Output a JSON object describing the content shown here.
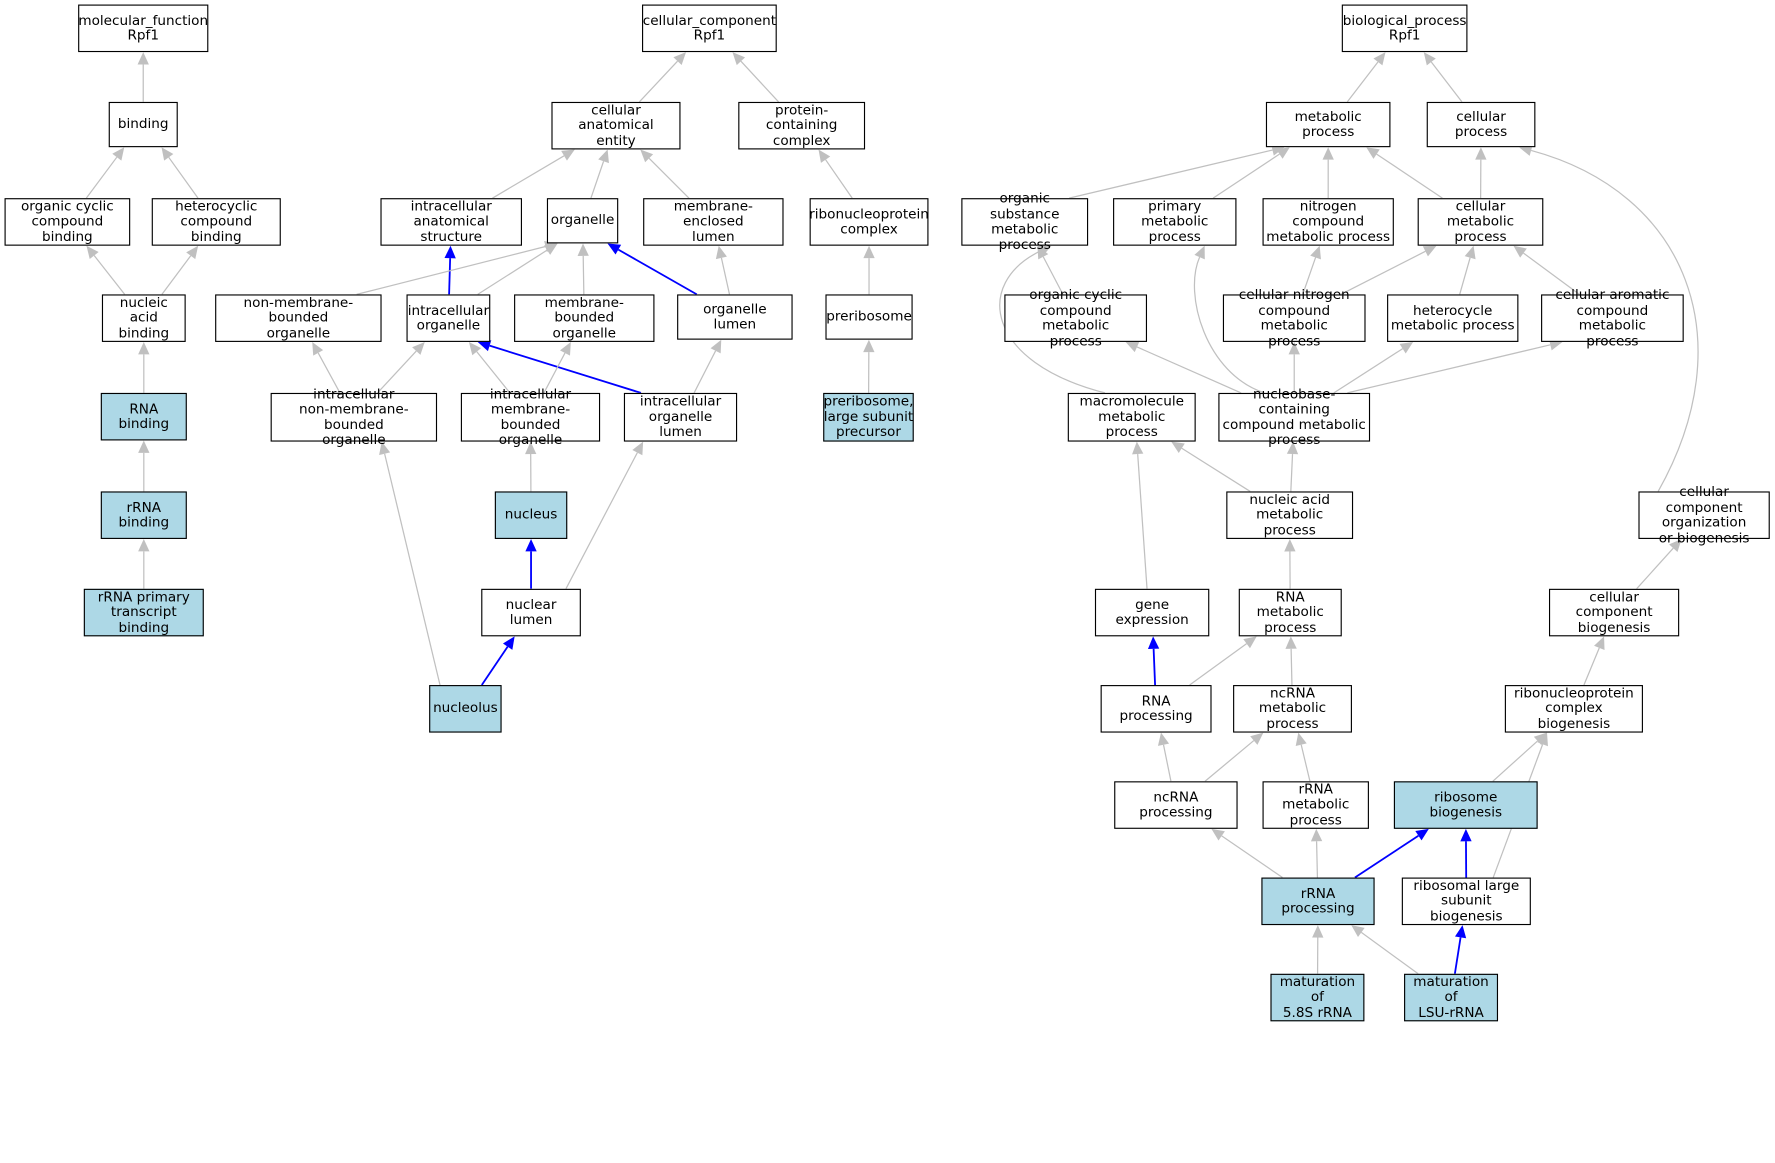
{
  "colors": {
    "highlight": "#add8e6",
    "edge_default": "#c0c0c0",
    "edge_highlight": "#0000ff",
    "border": "#000000"
  },
  "nodes": {
    "mf_root": {
      "label": "molecular_function\nRpf1",
      "highlighted": false
    },
    "binding": {
      "label": "binding",
      "highlighted": false
    },
    "org_cyclic_binding": {
      "label": "organic cyclic\ncompound binding",
      "highlighted": false
    },
    "heterocyclic_binding": {
      "label": "heterocyclic\ncompound binding",
      "highlighted": false
    },
    "nucleic_acid_binding": {
      "label": "nucleic acid\nbinding",
      "highlighted": false
    },
    "rna_binding": {
      "label": "RNA binding",
      "highlighted": true
    },
    "rrna_binding": {
      "label": "rRNA binding",
      "highlighted": true
    },
    "rrna_primary_binding": {
      "label": "rRNA primary\ntranscript binding",
      "highlighted": true
    },
    "cc_root": {
      "label": "cellular_component\nRpf1",
      "highlighted": false
    },
    "cell_anat_entity": {
      "label": "cellular anatomical\nentity",
      "highlighted": false
    },
    "protein_complex": {
      "label": "protein-containing\ncomplex",
      "highlighted": false
    },
    "intracell_anat_struct": {
      "label": "intracellular\nanatomical structure",
      "highlighted": false
    },
    "organelle": {
      "label": "organelle",
      "highlighted": false
    },
    "membrane_enclosed_lumen": {
      "label": "membrane-enclosed\nlumen",
      "highlighted": false
    },
    "rnp_complex": {
      "label": "ribonucleoprotein\ncomplex",
      "highlighted": false
    },
    "non_membrane_organelle": {
      "label": "non-membrane-bounded\norganelle",
      "highlighted": false
    },
    "intracell_organelle": {
      "label": "intracellular\norganelle",
      "highlighted": false
    },
    "membrane_organelle": {
      "label": "membrane-bounded\norganelle",
      "highlighted": false
    },
    "organelle_lumen": {
      "label": "organelle lumen",
      "highlighted": false
    },
    "preribosome": {
      "label": "preribosome",
      "highlighted": false
    },
    "intracell_non_membrane": {
      "label": "intracellular\nnon-membrane-bounded\norganelle",
      "highlighted": false
    },
    "intracell_membrane": {
      "label": "intracellular\nmembrane-bounded\norganelle",
      "highlighted": false
    },
    "intracell_organelle_lumen": {
      "label": "intracellular\norganelle lumen",
      "highlighted": false
    },
    "preribosome_lsu": {
      "label": "preribosome,\nlarge subunit\nprecursor",
      "highlighted": true
    },
    "nucleus": {
      "label": "nucleus",
      "highlighted": true
    },
    "nuclear_lumen": {
      "label": "nuclear lumen",
      "highlighted": false
    },
    "nucleolus": {
      "label": "nucleolus",
      "highlighted": true
    },
    "bp_root": {
      "label": "biological_process\nRpf1",
      "highlighted": false
    },
    "metabolic_process": {
      "label": "metabolic process",
      "highlighted": false
    },
    "cellular_process": {
      "label": "cellular process",
      "highlighted": false
    },
    "org_substance_mp": {
      "label": "organic substance\nmetabolic process",
      "highlighted": false
    },
    "primary_mp": {
      "label": "primary metabolic\nprocess",
      "highlighted": false
    },
    "nitrogen_compound_mp": {
      "label": "nitrogen compound\nmetabolic process",
      "highlighted": false
    },
    "cellular_mp": {
      "label": "cellular metabolic\nprocess",
      "highlighted": false
    },
    "org_cyclic_mp": {
      "label": "organic cyclic\ncompound metabolic\nprocess",
      "highlighted": false
    },
    "cell_nitrogen_mp": {
      "label": "cellular nitrogen\ncompound metabolic\nprocess",
      "highlighted": false
    },
    "heterocycle_mp": {
      "label": "heterocycle\nmetabolic process",
      "highlighted": false
    },
    "cell_aromatic_mp": {
      "label": "cellular aromatic\ncompound metabolic\nprocess",
      "highlighted": false
    },
    "macromolecule_mp": {
      "label": "macromolecule\nmetabolic process",
      "highlighted": false
    },
    "nucleobase_mp": {
      "label": "nucleobase-containing\ncompound metabolic\nprocess",
      "highlighted": false
    },
    "nucleic_acid_mp": {
      "label": "nucleic acid\nmetabolic process",
      "highlighted": false
    },
    "cc_org_biogenesis": {
      "label": "cellular component\norganization\nor biogenesis",
      "highlighted": false
    },
    "gene_expression": {
      "label": "gene expression",
      "highlighted": false
    },
    "rna_mp": {
      "label": "RNA metabolic\nprocess",
      "highlighted": false
    },
    "cc_biogenesis": {
      "label": "cellular component\nbiogenesis",
      "highlighted": false
    },
    "rna_processing": {
      "label": "RNA processing",
      "highlighted": false
    },
    "ncrna_mp": {
      "label": "ncRNA metabolic\nprocess",
      "highlighted": false
    },
    "rnp_biogenesis": {
      "label": "ribonucleoprotein\ncomplex biogenesis",
      "highlighted": false
    },
    "ncrna_processing": {
      "label": "ncRNA processing",
      "highlighted": false
    },
    "rrna_mp": {
      "label": "rRNA metabolic\nprocess",
      "highlighted": false
    },
    "ribosome_biogenesis": {
      "label": "ribosome biogenesis",
      "highlighted": true
    },
    "rrna_processing": {
      "label": "rRNA processing",
      "highlighted": true
    },
    "lsu_biogenesis": {
      "label": "ribosomal large\nsubunit biogenesis",
      "highlighted": false
    },
    "maturation_58s": {
      "label": "maturation of\n5.8S rRNA",
      "highlighted": true
    },
    "maturation_lsu": {
      "label": "maturation of\nLSU-rRNA",
      "highlighted": true
    }
  },
  "edges": [
    {
      "from": "binding",
      "to": "mf_root",
      "highlight": false
    },
    {
      "from": "org_cyclic_binding",
      "to": "binding",
      "highlight": false
    },
    {
      "from": "heterocyclic_binding",
      "to": "binding",
      "highlight": false
    },
    {
      "from": "nucleic_acid_binding",
      "to": "org_cyclic_binding",
      "highlight": false
    },
    {
      "from": "nucleic_acid_binding",
      "to": "heterocyclic_binding",
      "highlight": false
    },
    {
      "from": "rna_binding",
      "to": "nucleic_acid_binding",
      "highlight": false
    },
    {
      "from": "rrna_binding",
      "to": "rna_binding",
      "highlight": false
    },
    {
      "from": "rrna_primary_binding",
      "to": "rrna_binding",
      "highlight": false
    },
    {
      "from": "cell_anat_entity",
      "to": "cc_root",
      "highlight": false
    },
    {
      "from": "protein_complex",
      "to": "cc_root",
      "highlight": false
    },
    {
      "from": "intracell_anat_struct",
      "to": "cell_anat_entity",
      "highlight": false
    },
    {
      "from": "organelle",
      "to": "cell_anat_entity",
      "highlight": false
    },
    {
      "from": "membrane_enclosed_lumen",
      "to": "cell_anat_entity",
      "highlight": false
    },
    {
      "from": "rnp_complex",
      "to": "protein_complex",
      "highlight": false
    },
    {
      "from": "non_membrane_organelle",
      "to": "organelle",
      "highlight": false
    },
    {
      "from": "intracell_organelle",
      "to": "organelle",
      "highlight": false
    },
    {
      "from": "intracell_organelle",
      "to": "intracell_anat_struct",
      "highlight": true
    },
    {
      "from": "membrane_organelle",
      "to": "organelle",
      "highlight": false
    },
    {
      "from": "organelle_lumen",
      "to": "organelle",
      "highlight": true
    },
    {
      "from": "organelle_lumen",
      "to": "membrane_enclosed_lumen",
      "highlight": false
    },
    {
      "from": "preribosome",
      "to": "rnp_complex",
      "highlight": false
    },
    {
      "from": "intracell_non_membrane",
      "to": "non_membrane_organelle",
      "highlight": false
    },
    {
      "from": "intracell_non_membrane",
      "to": "intracell_organelle",
      "highlight": false
    },
    {
      "from": "intracell_membrane",
      "to": "intracell_organelle",
      "highlight": false
    },
    {
      "from": "intracell_membrane",
      "to": "membrane_organelle",
      "highlight": false
    },
    {
      "from": "intracell_organelle_lumen",
      "to": "intracell_organelle",
      "highlight": true
    },
    {
      "from": "intracell_organelle_lumen",
      "to": "organelle_lumen",
      "highlight": false
    },
    {
      "from": "preribosome_lsu",
      "to": "preribosome",
      "highlight": false
    },
    {
      "from": "nucleus",
      "to": "intracell_membrane",
      "highlight": false
    },
    {
      "from": "nuclear_lumen",
      "to": "nucleus",
      "highlight": true
    },
    {
      "from": "nuclear_lumen",
      "to": "intracell_organelle_lumen",
      "highlight": false
    },
    {
      "from": "nucleolus",
      "to": "nuclear_lumen",
      "highlight": true
    },
    {
      "from": "nucleolus",
      "to": "intracell_non_membrane",
      "highlight": false
    },
    {
      "from": "metabolic_process",
      "to": "bp_root",
      "highlight": false
    },
    {
      "from": "cellular_process",
      "to": "bp_root",
      "highlight": false
    },
    {
      "from": "org_substance_mp",
      "to": "metabolic_process",
      "highlight": false
    },
    {
      "from": "primary_mp",
      "to": "metabolic_process",
      "highlight": false
    },
    {
      "from": "nitrogen_compound_mp",
      "to": "metabolic_process",
      "highlight": false
    },
    {
      "from": "cellular_mp",
      "to": "metabolic_process",
      "highlight": false
    },
    {
      "from": "cellular_mp",
      "to": "cellular_process",
      "highlight": false
    },
    {
      "from": "org_cyclic_mp",
      "to": "org_substance_mp",
      "highlight": false
    },
    {
      "from": "cell_nitrogen_mp",
      "to": "nitrogen_compound_mp",
      "highlight": false
    },
    {
      "from": "cell_nitrogen_mp",
      "to": "cellular_mp",
      "highlight": false
    },
    {
      "from": "heterocycle_mp",
      "to": "cellular_mp",
      "highlight": false
    },
    {
      "from": "cell_aromatic_mp",
      "to": "cellular_mp",
      "highlight": false
    },
    {
      "from": "macromolecule_mp",
      "to": "org_substance_mp",
      "highlight": false
    },
    {
      "from": "nucleobase_mp",
      "to": "primary_mp",
      "highlight": false
    },
    {
      "from": "nucleobase_mp",
      "to": "org_cyclic_mp",
      "highlight": false
    },
    {
      "from": "nucleobase_mp",
      "to": "cell_nitrogen_mp",
      "highlight": false
    },
    {
      "from": "nucleobase_mp",
      "to": "heterocycle_mp",
      "highlight": false
    },
    {
      "from": "nucleobase_mp",
      "to": "cell_aromatic_mp",
      "highlight": false
    },
    {
      "from": "nucleic_acid_mp",
      "to": "macromolecule_mp",
      "highlight": false
    },
    {
      "from": "nucleic_acid_mp",
      "to": "nucleobase_mp",
      "highlight": false
    },
    {
      "from": "cc_org_biogenesis",
      "to": "cellular_process",
      "highlight": false
    },
    {
      "from": "gene_expression",
      "to": "macromolecule_mp",
      "highlight": false
    },
    {
      "from": "rna_mp",
      "to": "nucleic_acid_mp",
      "highlight": false
    },
    {
      "from": "cc_biogenesis",
      "to": "cc_org_biogenesis",
      "highlight": false
    },
    {
      "from": "rna_processing",
      "to": "gene_expression",
      "highlight": true
    },
    {
      "from": "rna_processing",
      "to": "rna_mp",
      "highlight": false
    },
    {
      "from": "ncrna_mp",
      "to": "rna_mp",
      "highlight": false
    },
    {
      "from": "rnp_biogenesis",
      "to": "cc_biogenesis",
      "highlight": false
    },
    {
      "from": "ncrna_processing",
      "to": "rna_processing",
      "highlight": false
    },
    {
      "from": "ncrna_processing",
      "to": "ncrna_mp",
      "highlight": false
    },
    {
      "from": "rrna_mp",
      "to": "ncrna_mp",
      "highlight": false
    },
    {
      "from": "ribosome_biogenesis",
      "to": "rnp_biogenesis",
      "highlight": false
    },
    {
      "from": "rrna_processing",
      "to": "ncrna_processing",
      "highlight": false
    },
    {
      "from": "rrna_processing",
      "to": "rrna_mp",
      "highlight": false
    },
    {
      "from": "rrna_processing",
      "to": "ribosome_biogenesis",
      "highlight": true
    },
    {
      "from": "lsu_biogenesis",
      "to": "ribosome_biogenesis",
      "highlight": true
    },
    {
      "from": "lsu_biogenesis",
      "to": "rnp_biogenesis",
      "highlight": false
    },
    {
      "from": "maturation_58s",
      "to": "rrna_processing",
      "highlight": false
    },
    {
      "from": "maturation_lsu",
      "to": "rrna_processing",
      "highlight": false
    },
    {
      "from": "maturation_lsu",
      "to": "lsu_biogenesis",
      "highlight": true
    }
  ]
}
